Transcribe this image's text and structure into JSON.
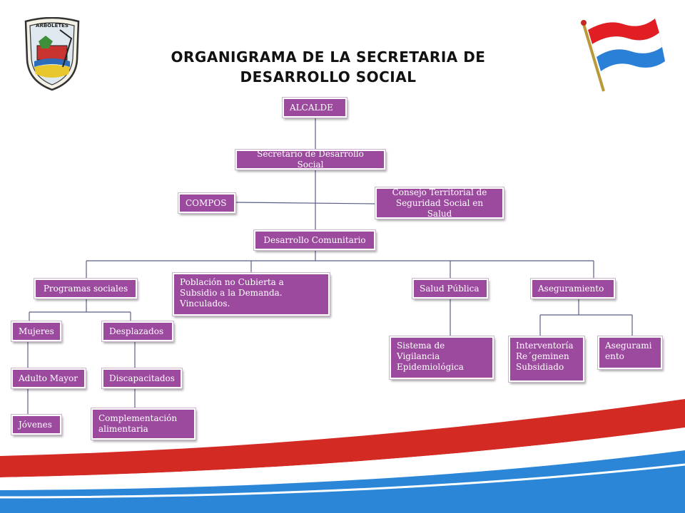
{
  "title": {
    "line1": "ORGANIGRAMA DE LA SECRETARIA DE",
    "line2": "DESARROLLO SOCIAL"
  },
  "logo": {
    "icon": "municipal-shield-logo",
    "text": "ARBOLETES"
  },
  "flag": {
    "icon": "flag-icon",
    "colors": [
      "#e01e24",
      "#ffffff",
      "#2a7fd6"
    ]
  },
  "colors": {
    "box": "#9b4a9e",
    "line": "#5a5f8a",
    "wave_red": "#d42a24",
    "wave_blue": "#2b86d8"
  },
  "nodes": {
    "alcalde": "ALCALDE",
    "secretario": "Secretario de Desarrollo Social",
    "compos": "COMPOS",
    "consejo": "Consejo Territorial de Seguridad Social en Salud",
    "desarrollo": "Desarrollo Comunitario",
    "programas": "Programas sociales",
    "poblacion": "Población no Cubierta a Subsidio a la Demanda. Vinculados.",
    "salud": "Salud Pública",
    "aseguramiento": "Aseguramiento",
    "mujeres": "Mujeres",
    "desplazados": "Desplazados",
    "adulto": "Adulto Mayor",
    "discapacitados": "Discapacitados",
    "jovenes": "Jóvenes",
    "complementacion": "Complementación alimentaria",
    "sistema": "Sistema de Vigilancia Epidemiológica",
    "interventoria": "Interventoría Re´geminen Subsidiado",
    "asegurami": "Asegurami ento"
  }
}
